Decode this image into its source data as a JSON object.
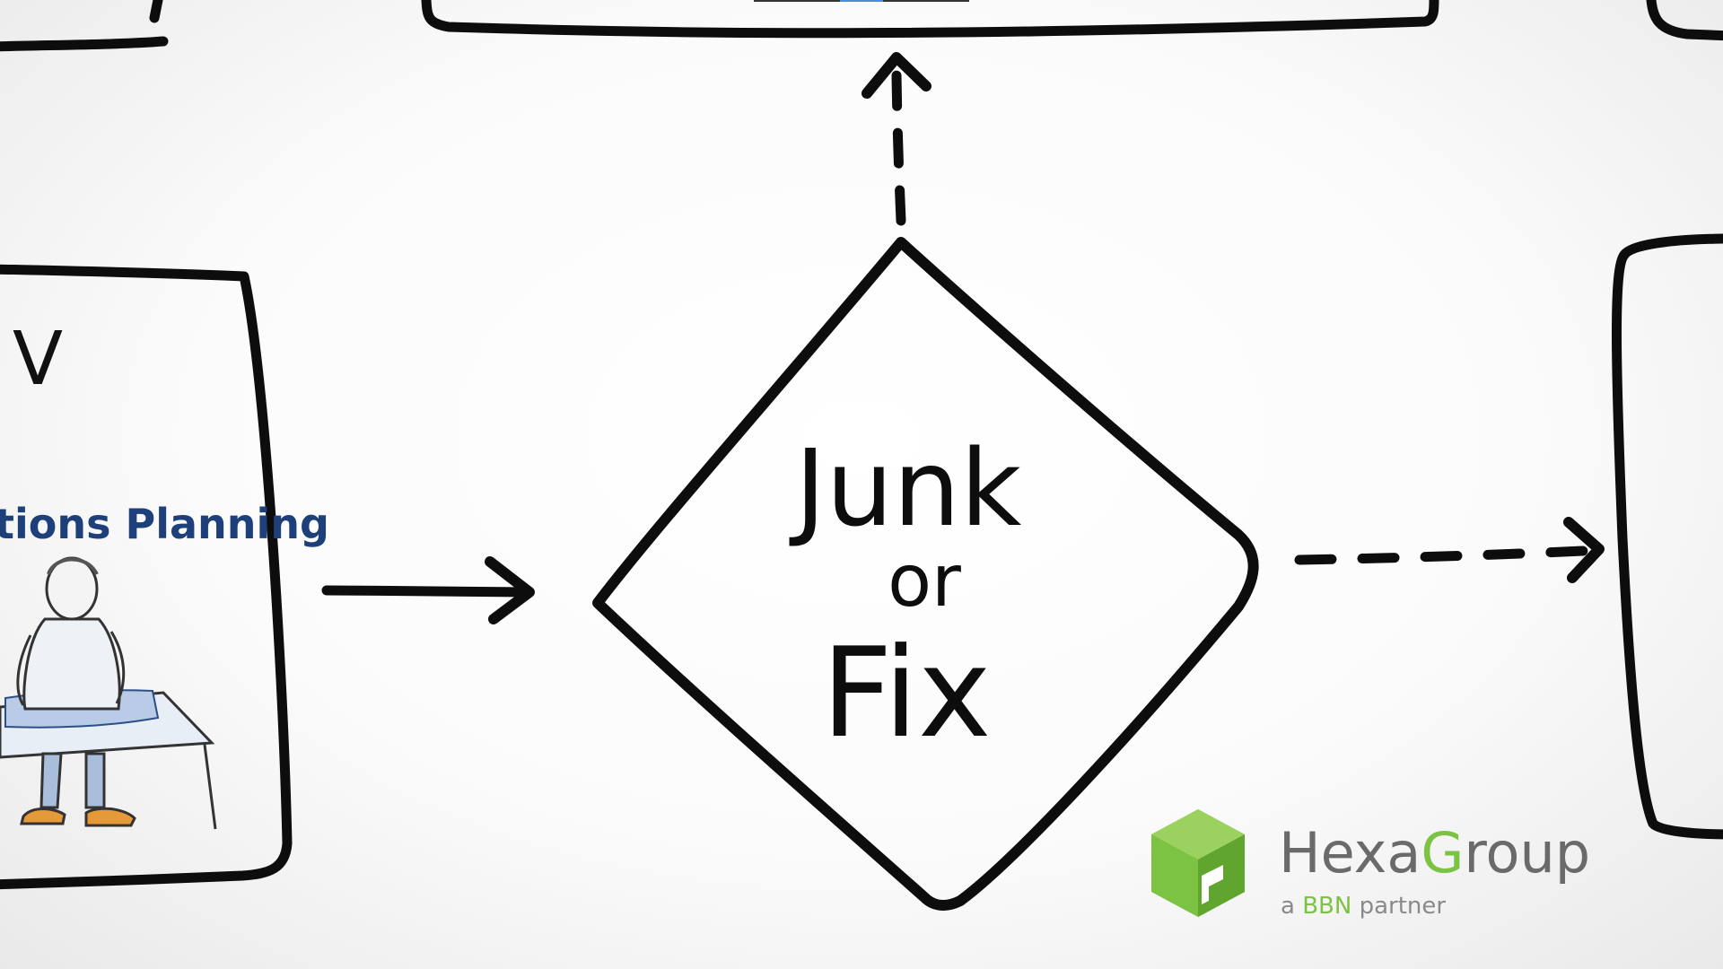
{
  "diagram": {
    "decision_label_lines": [
      "Junk",
      "or",
      "Fix"
    ],
    "left_box": {
      "letter": "V",
      "heading": "tions Planning"
    }
  },
  "logo": {
    "brand_prefix": "Hexa",
    "brand_accent": "G",
    "brand_suffix": "roup",
    "tagline_prefix": "a ",
    "tagline_accent": "BBN",
    "tagline_suffix": " partner",
    "colors": {
      "accent": "#7cc243",
      "text": "#6a6a6a"
    }
  },
  "icons": {
    "logo_mark": "hexagon-cube-icon",
    "figure": "person-at-table-illustration"
  }
}
